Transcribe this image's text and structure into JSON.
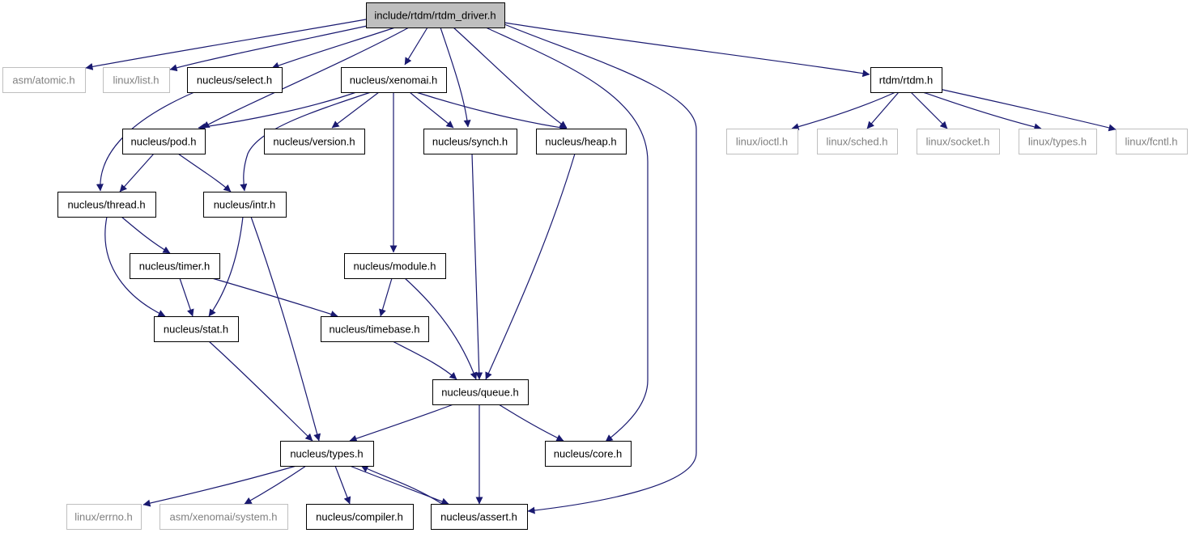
{
  "diagram": {
    "type": "include-dependency-graph",
    "colors": {
      "edge": "#191970",
      "root_fill": "#bfbfbf",
      "node_border": "#000000",
      "external_border": "#bfbfbf",
      "external_text": "#808080",
      "text": "#000000"
    },
    "nodes": [
      {
        "id": "rtdm_driver",
        "label": "include/rtdm/rtdm_driver.h",
        "kind": "root"
      },
      {
        "id": "asm_atomic",
        "label": "asm/atomic.h",
        "kind": "external"
      },
      {
        "id": "linux_list",
        "label": "linux/list.h",
        "kind": "external"
      },
      {
        "id": "n_select",
        "label": "nucleus/select.h",
        "kind": "internal"
      },
      {
        "id": "n_xenomai",
        "label": "nucleus/xenomai.h",
        "kind": "internal"
      },
      {
        "id": "rtdm_rtdm",
        "label": "rtdm/rtdm.h",
        "kind": "internal"
      },
      {
        "id": "n_pod",
        "label": "nucleus/pod.h",
        "kind": "internal"
      },
      {
        "id": "n_version",
        "label": "nucleus/version.h",
        "kind": "internal"
      },
      {
        "id": "n_synch",
        "label": "nucleus/synch.h",
        "kind": "internal"
      },
      {
        "id": "n_heap",
        "label": "nucleus/heap.h",
        "kind": "internal"
      },
      {
        "id": "linux_ioctl",
        "label": "linux/ioctl.h",
        "kind": "external"
      },
      {
        "id": "linux_sched",
        "label": "linux/sched.h",
        "kind": "external"
      },
      {
        "id": "linux_socket",
        "label": "linux/socket.h",
        "kind": "external"
      },
      {
        "id": "linux_types",
        "label": "linux/types.h",
        "kind": "external"
      },
      {
        "id": "linux_fcntl",
        "label": "linux/fcntl.h",
        "kind": "external"
      },
      {
        "id": "n_thread",
        "label": "nucleus/thread.h",
        "kind": "internal"
      },
      {
        "id": "n_intr",
        "label": "nucleus/intr.h",
        "kind": "internal"
      },
      {
        "id": "n_timer",
        "label": "nucleus/timer.h",
        "kind": "internal"
      },
      {
        "id": "n_module",
        "label": "nucleus/module.h",
        "kind": "internal"
      },
      {
        "id": "n_stat",
        "label": "nucleus/stat.h",
        "kind": "internal"
      },
      {
        "id": "n_timebase",
        "label": "nucleus/timebase.h",
        "kind": "internal"
      },
      {
        "id": "n_queue",
        "label": "nucleus/queue.h",
        "kind": "internal"
      },
      {
        "id": "n_types",
        "label": "nucleus/types.h",
        "kind": "internal"
      },
      {
        "id": "n_core",
        "label": "nucleus/core.h",
        "kind": "internal"
      },
      {
        "id": "linux_errno",
        "label": "linux/errno.h",
        "kind": "external"
      },
      {
        "id": "asm_xen_system",
        "label": "asm/xenomai/system.h",
        "kind": "external"
      },
      {
        "id": "n_compiler",
        "label": "nucleus/compiler.h",
        "kind": "internal"
      },
      {
        "id": "n_assert",
        "label": "nucleus/assert.h",
        "kind": "internal"
      }
    ],
    "edges": [
      [
        "rtdm_driver",
        "asm_atomic"
      ],
      [
        "rtdm_driver",
        "linux_list"
      ],
      [
        "rtdm_driver",
        "n_select"
      ],
      [
        "rtdm_driver",
        "n_xenomai"
      ],
      [
        "rtdm_driver",
        "n_pod"
      ],
      [
        "rtdm_driver",
        "n_synch"
      ],
      [
        "rtdm_driver",
        "n_heap"
      ],
      [
        "rtdm_driver",
        "n_core"
      ],
      [
        "rtdm_driver",
        "n_assert"
      ],
      [
        "rtdm_driver",
        "rtdm_rtdm"
      ],
      [
        "n_select",
        "n_thread"
      ],
      [
        "n_xenomai",
        "n_pod"
      ],
      [
        "n_xenomai",
        "n_intr"
      ],
      [
        "n_xenomai",
        "n_version"
      ],
      [
        "n_xenomai",
        "n_synch"
      ],
      [
        "n_xenomai",
        "n_heap"
      ],
      [
        "n_xenomai",
        "n_module"
      ],
      [
        "rtdm_rtdm",
        "linux_ioctl"
      ],
      [
        "rtdm_rtdm",
        "linux_sched"
      ],
      [
        "rtdm_rtdm",
        "linux_socket"
      ],
      [
        "rtdm_rtdm",
        "linux_types"
      ],
      [
        "rtdm_rtdm",
        "linux_fcntl"
      ],
      [
        "n_pod",
        "n_thread"
      ],
      [
        "n_pod",
        "n_intr"
      ],
      [
        "n_thread",
        "n_timer"
      ],
      [
        "n_thread",
        "n_stat"
      ],
      [
        "n_timer",
        "n_stat"
      ],
      [
        "n_timer",
        "n_timebase"
      ],
      [
        "n_intr",
        "n_stat"
      ],
      [
        "n_intr",
        "n_types"
      ],
      [
        "n_synch",
        "n_queue"
      ],
      [
        "n_heap",
        "n_queue"
      ],
      [
        "n_module",
        "n_timebase"
      ],
      [
        "n_module",
        "n_queue"
      ],
      [
        "n_timebase",
        "n_queue"
      ],
      [
        "n_stat",
        "n_types"
      ],
      [
        "n_queue",
        "n_types"
      ],
      [
        "n_queue",
        "n_core"
      ],
      [
        "n_queue",
        "n_assert"
      ],
      [
        "n_types",
        "linux_errno"
      ],
      [
        "n_types",
        "asm_xen_system"
      ],
      [
        "n_types",
        "n_compiler"
      ],
      [
        "n_types",
        "n_assert"
      ],
      [
        "n_assert",
        "n_types"
      ]
    ]
  }
}
